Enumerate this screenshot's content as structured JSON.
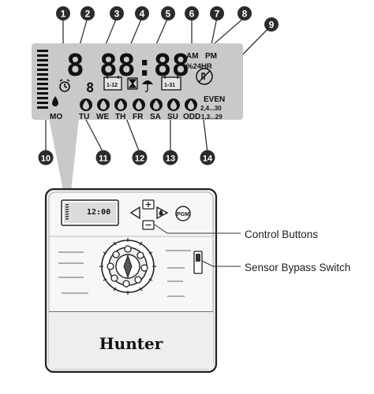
{
  "lcd": {
    "digit_left": "8",
    "digits_time": "88:88",
    "am": "AM",
    "pm": "PM",
    "hr24": "%24HR",
    "small_eight": "8",
    "box_1_12": "1-12",
    "box_1_31": "1-31",
    "even": "EVEN",
    "even_days": "2,4...30",
    "odd": "ODD",
    "odd_days": "1,3...29",
    "days": [
      "MO",
      "TU",
      "WE",
      "TH",
      "FR",
      "SA",
      "SU"
    ]
  },
  "callouts": [
    "1",
    "2",
    "3",
    "4",
    "5",
    "6",
    "7",
    "8",
    "9",
    "10",
    "11",
    "12",
    "13",
    "14"
  ],
  "controller": {
    "display_time": "12:00",
    "brand": "Hunter",
    "button_pgm": "PGM"
  },
  "annotations": {
    "control_buttons": "Control Buttons",
    "sensor_bypass": "Sensor Bypass Switch"
  },
  "colors": {
    "lcd_background": "#c9c9c9",
    "callout_fill": "#2b2b2b",
    "controller_body": "#f4f4f4"
  }
}
